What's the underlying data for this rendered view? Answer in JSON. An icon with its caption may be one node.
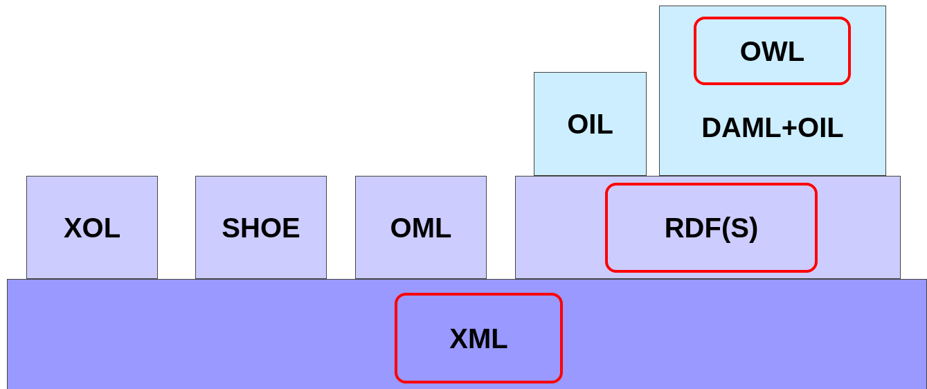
{
  "diagram": {
    "nodes": [
      {
        "text": [
          "DAML+OIL"
        ]
      },
      {
        "text": [
          "OWL"
        ],
        "in": 0
      },
      {
        "text": [
          "OIL"
        ]
      },
      {
        "text": [
          "XOL"
        ]
      },
      {
        "text": [
          "SHOE"
        ]
      },
      {
        "text": [
          "OML"
        ]
      },
      {
        "text": [],
        "shape": "box"
      },
      {
        "text": [
          "RDF(S)"
        ],
        "in": 6
      },
      {
        "text": [],
        "shape": "box"
      },
      {
        "text": [
          "XML"
        ],
        "in": 8
      }
    ]
  }
}
